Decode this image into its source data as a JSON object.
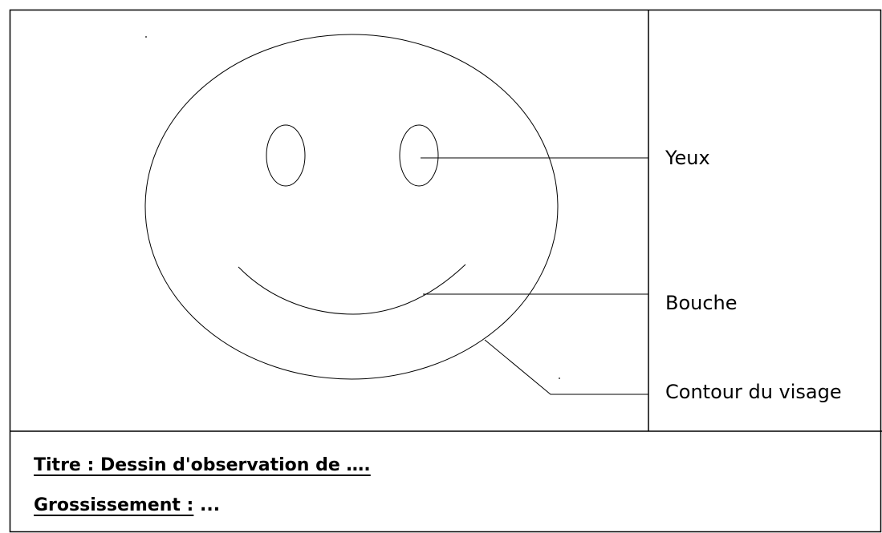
{
  "labels": {
    "eyes": "Yeux",
    "mouth": "Bouche",
    "face_outline": "Contour du visage"
  },
  "caption": {
    "title": "Titre : Dessin d'observation de ….",
    "magnification_label": "Grossissement :",
    "magnification_value": "..."
  }
}
